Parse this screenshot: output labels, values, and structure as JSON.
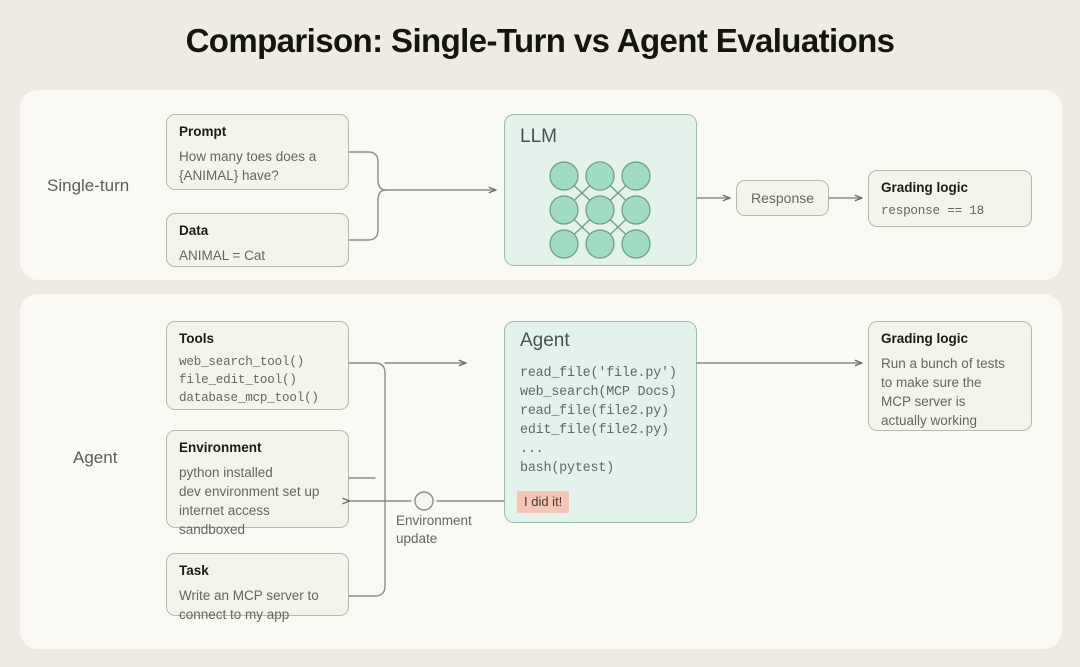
{
  "page": {
    "title": "Comparison: Single-Turn vs Agent Evaluations",
    "background": "#edebe3",
    "panel_background": "#faf9f5",
    "mint_color": "#e3f2ea",
    "badge_color": "#f5c5b6"
  },
  "single_turn": {
    "row_label": "Single-turn",
    "prompt": {
      "title": "Prompt",
      "body": "How many toes does a\n{ANIMAL} have?"
    },
    "data": {
      "title": "Data",
      "body": "ANIMAL = Cat"
    },
    "llm": {
      "title": "LLM",
      "nodes": 9,
      "layers": 3
    },
    "response": {
      "label": "Response"
    },
    "grading": {
      "title": "Grading logic",
      "body": "response == 18"
    }
  },
  "agent": {
    "row_label": "Agent",
    "tools": {
      "title": "Tools",
      "body": "web_search_tool()\nfile_edit_tool()\ndatabase_mcp_tool()"
    },
    "environment": {
      "title": "Environment",
      "body": "python installed\ndev environment set up\ninternet access\nsandboxed"
    },
    "task": {
      "title": "Task",
      "body": "Write an MCP server to\nconnect to my app"
    },
    "agent_box": {
      "title": "Agent",
      "trace": "read_file('file.py')\nweb_search(MCP Docs)\nread_file(file2.py)\nedit_file(file2.py)\n...\nbash(pytest)",
      "badge": "I did it!"
    },
    "grading": {
      "title": "Grading logic",
      "body": "Run a bunch of tests\nto make sure the\nMCP server is\nactually working"
    },
    "feedback_label": "Environment\nupdate"
  }
}
